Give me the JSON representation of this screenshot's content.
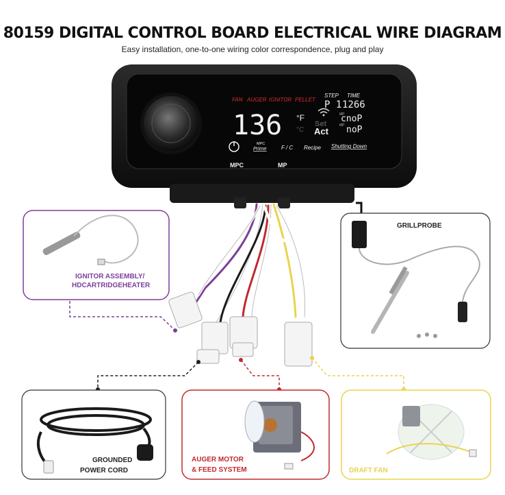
{
  "header": {
    "title": "80159 DIGITAL CONTROL BOARD ELECTRICAL WIRE DIAGRAM",
    "subtitle": "Easy installation, one-to-one wiring color correspondence, plug and play"
  },
  "display": {
    "indicators": [
      "FAN",
      "AUGER",
      "IGNITOR",
      "PELLET"
    ],
    "step_label": "STEP",
    "time_label": "TIME",
    "step_value": "P 1",
    "time_value": "1266",
    "temperature": "136",
    "unit_f": "°F",
    "unit_c": "°C",
    "set_label": "Set",
    "act_label": "Act",
    "mp_tag": "MP",
    "probe_c_value": "cnoP",
    "probe_value": "noP",
    "btn_mpc_top": "MPC",
    "btn_prime": "Prime",
    "btn_fc": "F / C",
    "btn_recipe": "Recipe",
    "btn_shutdown": "Shutting Down",
    "port_mpc": "MPC",
    "port_mp": "MP"
  },
  "components": {
    "ignitor": "IGNITOR ASSEMBLY/ HDCARTRIDGEHEATER",
    "grillprobe": "GRILLPROBE",
    "power_cord": "GROUNDED POWER CORD",
    "auger_motor": "AUGER MOTOR & FEED SYSTEM",
    "draft_fan": "DRAFT FAN"
  },
  "colors": {
    "ignitor": "#7b3f99",
    "power": "#222222",
    "auger": "#c0282d",
    "fan": "#e8d44d",
    "display_red": "#d2302a",
    "display_white": "#f2f2f2"
  }
}
